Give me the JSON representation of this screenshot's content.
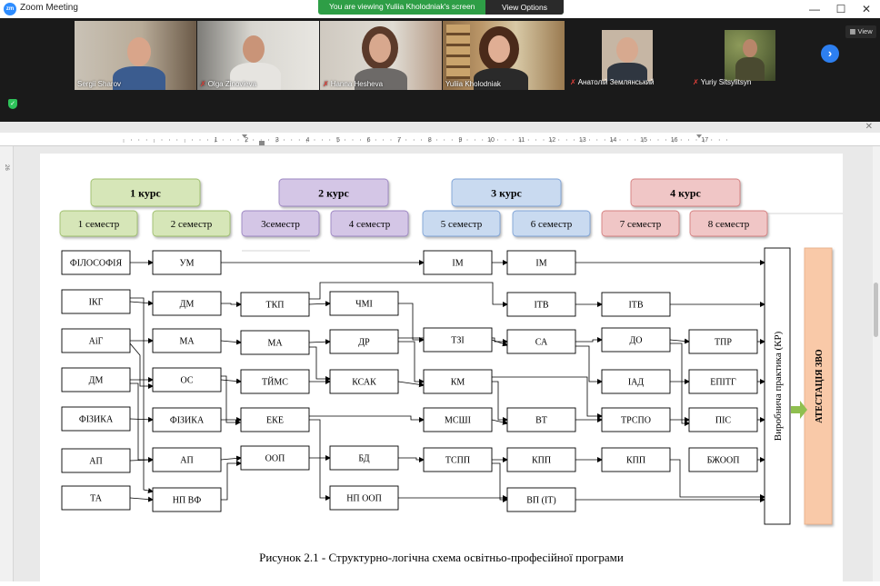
{
  "window": {
    "title": "Zoom Meeting",
    "logo_text": "zm",
    "share_banner": "You are viewing Yuliia Kholodniak's screen",
    "view_options": "View Options",
    "minimize": "—",
    "maximize": "☐",
    "close": "✕"
  },
  "participants": {
    "p1": "Sergii Sharov",
    "p2": "Olga Zinovieva",
    "p3": "Hanna Hesheva",
    "p4": "Yuliia Kholodniak",
    "p5": "Анатолій Землянський",
    "p6": "Yuriy Sitsylitsyn",
    "view_label": "View",
    "next_arrow": "›"
  },
  "ruler": {
    "labels": [
      "1",
      "2",
      "3",
      "4",
      "5",
      "6",
      "7",
      "8",
      "9",
      "10",
      "11",
      "12",
      "13",
      "14",
      "15",
      "16",
      "17"
    ],
    "vertical_label": "26",
    "close": "✕"
  },
  "diagram": {
    "caption": "Рисунок 2.1 - Структурно-логічна схема освітньо-професійної програми",
    "courses": [
      {
        "label": "1 курс",
        "fill": "#d6e6b8",
        "stroke": "#9fbf6d"
      },
      {
        "label": "2 курс",
        "fill": "#d4c6e6",
        "stroke": "#9c86c2"
      },
      {
        "label": "3 курс",
        "fill": "#c9daf0",
        "stroke": "#7ea3d6"
      },
      {
        "label": "4 курс",
        "fill": "#f0c6c6",
        "stroke": "#d48080"
      }
    ],
    "semesters": [
      {
        "label": "1 семестр",
        "fill": "#d6e6b8",
        "stroke": "#9fbf6d"
      },
      {
        "label": "2 семестр",
        "fill": "#d6e6b8",
        "stroke": "#9fbf6d"
      },
      {
        "label": "3семестр",
        "fill": "#d4c6e6",
        "stroke": "#9c86c2"
      },
      {
        "label": "4 семестр",
        "fill": "#d4c6e6",
        "stroke": "#9c86c2"
      },
      {
        "label": "5 семестр",
        "fill": "#c9daf0",
        "stroke": "#7ea3d6"
      },
      {
        "label": "6 семестр",
        "fill": "#c9daf0",
        "stroke": "#7ea3d6"
      },
      {
        "label": "7 семестр",
        "fill": "#f0c6c6",
        "stroke": "#d48080"
      },
      {
        "label": "8 семестр",
        "fill": "#f0c6c6",
        "stroke": "#d48080"
      }
    ],
    "nodes": {
      "c1": [
        "ФІЛОСОФІЯ",
        "ІКГ",
        "АіГ",
        "ДМ",
        "ФІЗИКА",
        "АП",
        "ТА"
      ],
      "c2": [
        "УМ",
        "ДМ",
        "МА",
        "ОС",
        "ФІЗИКА",
        "АП",
        "НП ВФ"
      ],
      "c3": [
        "ТКП",
        "МА",
        "ТЙМС",
        "ЕКЕ",
        "ООП"
      ],
      "c4": [
        "ЧМІ",
        "ДР",
        "КСАК",
        "БД",
        "НП ООП"
      ],
      "c5": [
        "ІМ",
        "ТЗІ",
        "КМ",
        "МСШІ",
        "ТСПП"
      ],
      "c6": [
        "ІМ",
        "ІТВ",
        "СА",
        "ВТ",
        "КПП",
        "ВП (ІТ)"
      ],
      "c7": [
        "ІТВ",
        "ДО",
        "ІАД",
        "ТРСПО",
        "КПП"
      ],
      "c8": [
        "ТПР",
        "ЕПІТГ",
        "ПІС",
        "БЖООП"
      ]
    },
    "practice_label": "Виробнича практика (КР)",
    "attestation_label": "АТЕСТАЦІЯ ЗВО",
    "colors": {
      "attestation_fill": "#f9c9a8",
      "arrow_green": "#8fbf4f",
      "line": "#000000"
    }
  }
}
